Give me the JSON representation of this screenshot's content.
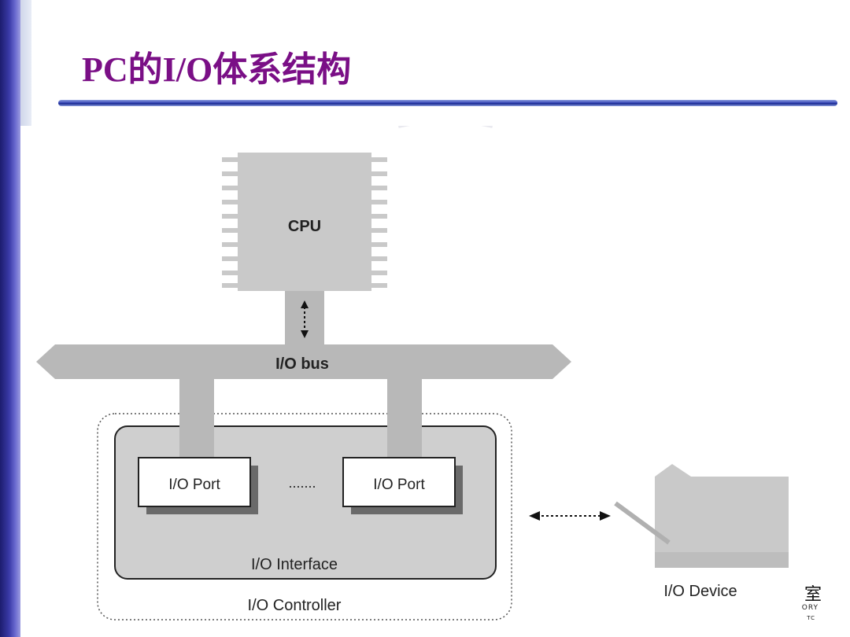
{
  "slide": {
    "title": "PC的I/O体系结构",
    "title_color": "#7a0f86",
    "accent_bar_color": "#2a2a90"
  },
  "diagram": {
    "cpu_label": "CPU",
    "bus_label": "I/O bus",
    "port_left_label": "I/O Port",
    "port_right_label": "I/O Port",
    "ellipsis": ".......",
    "interface_label": "I/O Interface",
    "controller_label": "I/O Controller",
    "device_label": "I/O Device"
  },
  "corner_logo": {
    "text": "室",
    "line1": "ORY",
    "line2": "TC"
  }
}
